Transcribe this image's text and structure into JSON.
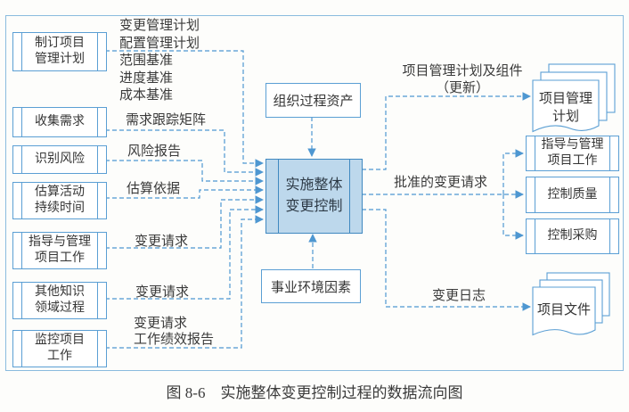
{
  "caption": "图 8-6　实施整体变更控制过程的数据流向图",
  "colors": {
    "line": "#4e97d1",
    "border": "#5b9fd4",
    "outer": "#8abbde",
    "cfill": "#bdd8ec",
    "cborder": "#3f88c0",
    "ink": "#333333"
  },
  "center": {
    "label": "实施整体\n变更控制"
  },
  "inputs": {
    "top": {
      "label": "组织过程资产"
    },
    "bottom": {
      "label": "事业环境因素"
    }
  },
  "left": [
    {
      "label": "制订项目\n管理计划",
      "flow": "变更管理计划\n配置管理计划\n范围基准\n进度基准\n成本基准"
    },
    {
      "label": "收集需求",
      "flow": "需求跟踪矩阵"
    },
    {
      "label": "识别风险",
      "flow": "风险报告"
    },
    {
      "label": "估算活动\n持续时间",
      "flow": "估算依据"
    },
    {
      "label": "指导与管理\n项目工作",
      "flow": "变更请求"
    },
    {
      "label": "其他知识\n领域过程",
      "flow": "变更请求"
    },
    {
      "label": "监控项目\n工作",
      "flow": "变更请求\n工作绩效报告"
    }
  ],
  "right": {
    "flow_top": "项目管理计划及组件\n（更新）",
    "doc_top": {
      "label": "项目管理\n计划"
    },
    "flow_mid": "批准的变更请求",
    "boxes": [
      {
        "label": "指导与管理\n项目工作"
      },
      {
        "label": "控制质量"
      },
      {
        "label": "控制采购"
      }
    ],
    "flow_bottom": "变更日志",
    "doc_bottom": {
      "label": "项目文件"
    }
  }
}
